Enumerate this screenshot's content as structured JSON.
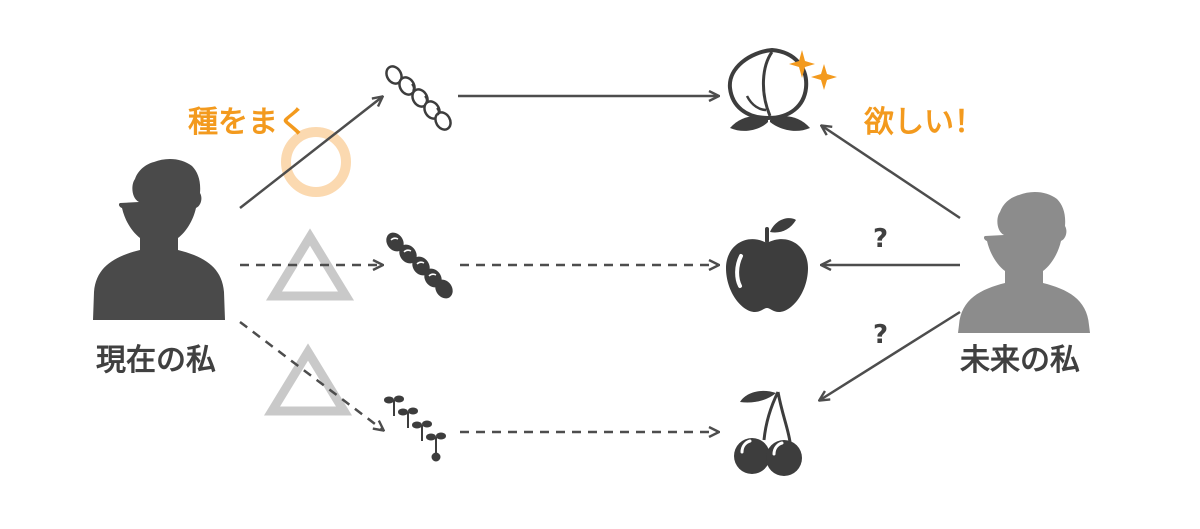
{
  "actors": {
    "present": {
      "label": "現在の私"
    },
    "future": {
      "label": "未来の私"
    }
  },
  "annotations": {
    "sow": "種をまく",
    "want": "欲しい！",
    "question_apple": "?",
    "question_cherry": "?"
  },
  "rows": [
    {
      "seed": "bean-seeds",
      "fruit": "peach",
      "mark": "circle",
      "line": "solid"
    },
    {
      "seed": "dark-seeds",
      "fruit": "apple",
      "mark": "triangle",
      "line": "dashed"
    },
    {
      "seed": "sprouts",
      "fruit": "cherry",
      "mark": "triangle",
      "line": "dashed"
    }
  ],
  "colors": {
    "accent": "#f39a1e",
    "circle_mark": "#fbd9b0",
    "triangle_mark": "#c9c9c9",
    "present_person": "#4a4a4a",
    "future_person": "#8c8c8c",
    "arrow": "#4d4d4d"
  }
}
